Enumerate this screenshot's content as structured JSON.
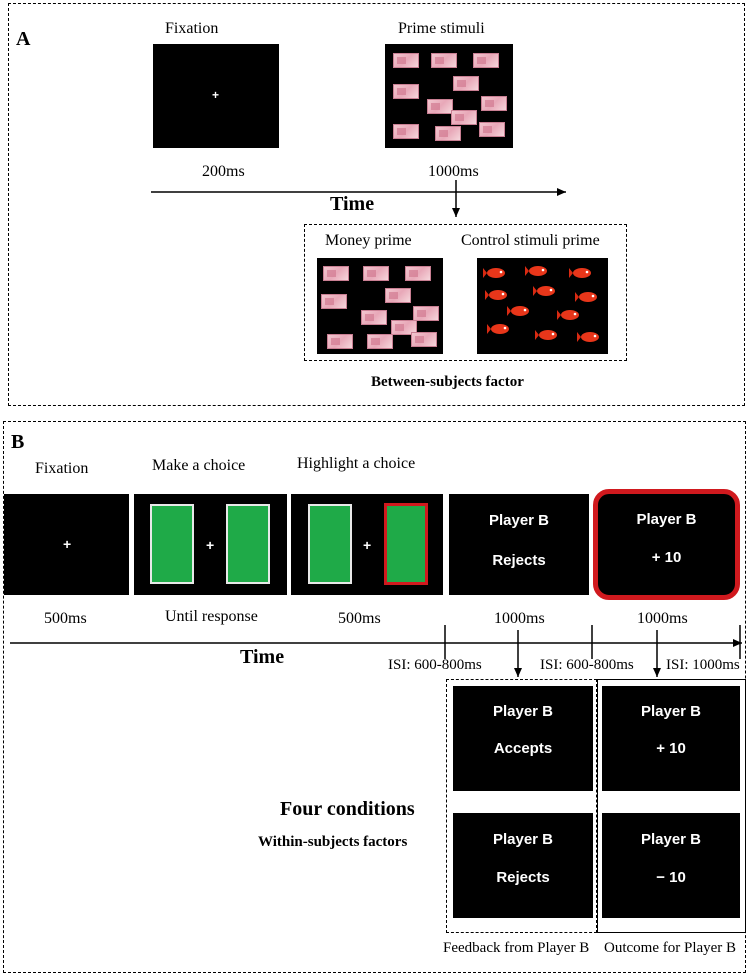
{
  "panelA": {
    "letter": "A",
    "fixation_label": "Fixation",
    "prime_label": "Prime stimuli",
    "fixation_duration": "200ms",
    "prime_duration": "1000ms",
    "time_label": "Time",
    "money_prime_label": "Money prime",
    "control_prime_label": "Control stimuli prime",
    "factor_label": "Between-subjects factor",
    "cross": "+"
  },
  "panelB": {
    "letter": "B",
    "fixation_label": "Fixation",
    "choice_label": "Make a choice",
    "highlight_label": "Highlight a choice",
    "cross": "+",
    "screen4_line1": "Player B",
    "screen4_line2": "Rejects",
    "screen5_line1": "Player B",
    "screen5_line2": "+ 10",
    "dur1": "500ms",
    "dur2": "Until response",
    "dur3": "500ms",
    "dur4": "1000ms",
    "dur5": "1000ms",
    "time_label": "Time",
    "isi1": "ISI: 600-800ms",
    "isi2": "ISI: 600-800ms",
    "isi3": "ISI: 1000ms",
    "four_conditions": "Four conditions",
    "within_factors": "Within-subjects factors",
    "fb1_line1": "Player B",
    "fb1_line2": "Accepts",
    "fb2_line1": "Player B",
    "fb2_line2": "Rejects",
    "oc1_line1": "Player B",
    "oc1_line2": "+ 10",
    "oc2_line1": "Player B",
    "oc2_line2": "− 10",
    "feedback_caption": "Feedback from Player B",
    "outcome_caption": "Outcome for Player B",
    "highlight_color": "#d0191e",
    "card_color": "#1faa48"
  }
}
